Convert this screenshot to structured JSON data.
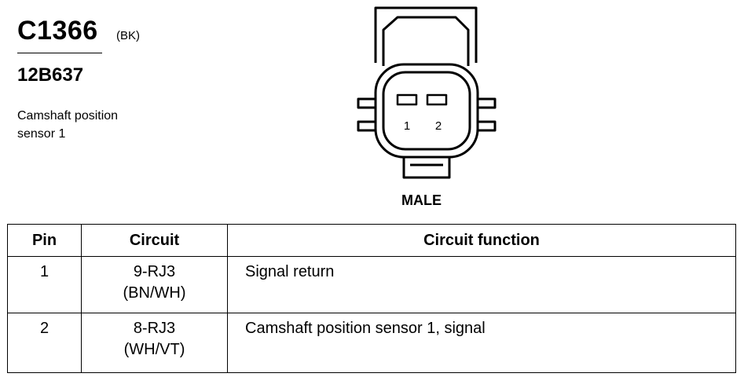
{
  "header": {
    "connector_code": "C1366",
    "connector_color": "(BK)",
    "part_number": "12B637",
    "description_line1": "Camshaft position",
    "description_line2": "sensor 1"
  },
  "connector": {
    "pin_labels": [
      "1",
      "2"
    ],
    "gender": "MALE"
  },
  "table": {
    "headers": {
      "pin": "Pin",
      "circuit": "Circuit",
      "function": "Circuit function"
    },
    "rows": [
      {
        "pin": "1",
        "circuit_line1": "9-RJ3",
        "circuit_line2": "(BN/WH)",
        "function": "Signal return"
      },
      {
        "pin": "2",
        "circuit_line1": "8-RJ3",
        "circuit_line2": "(WH/VT)",
        "function": "Camshaft position sensor 1, signal"
      }
    ]
  }
}
